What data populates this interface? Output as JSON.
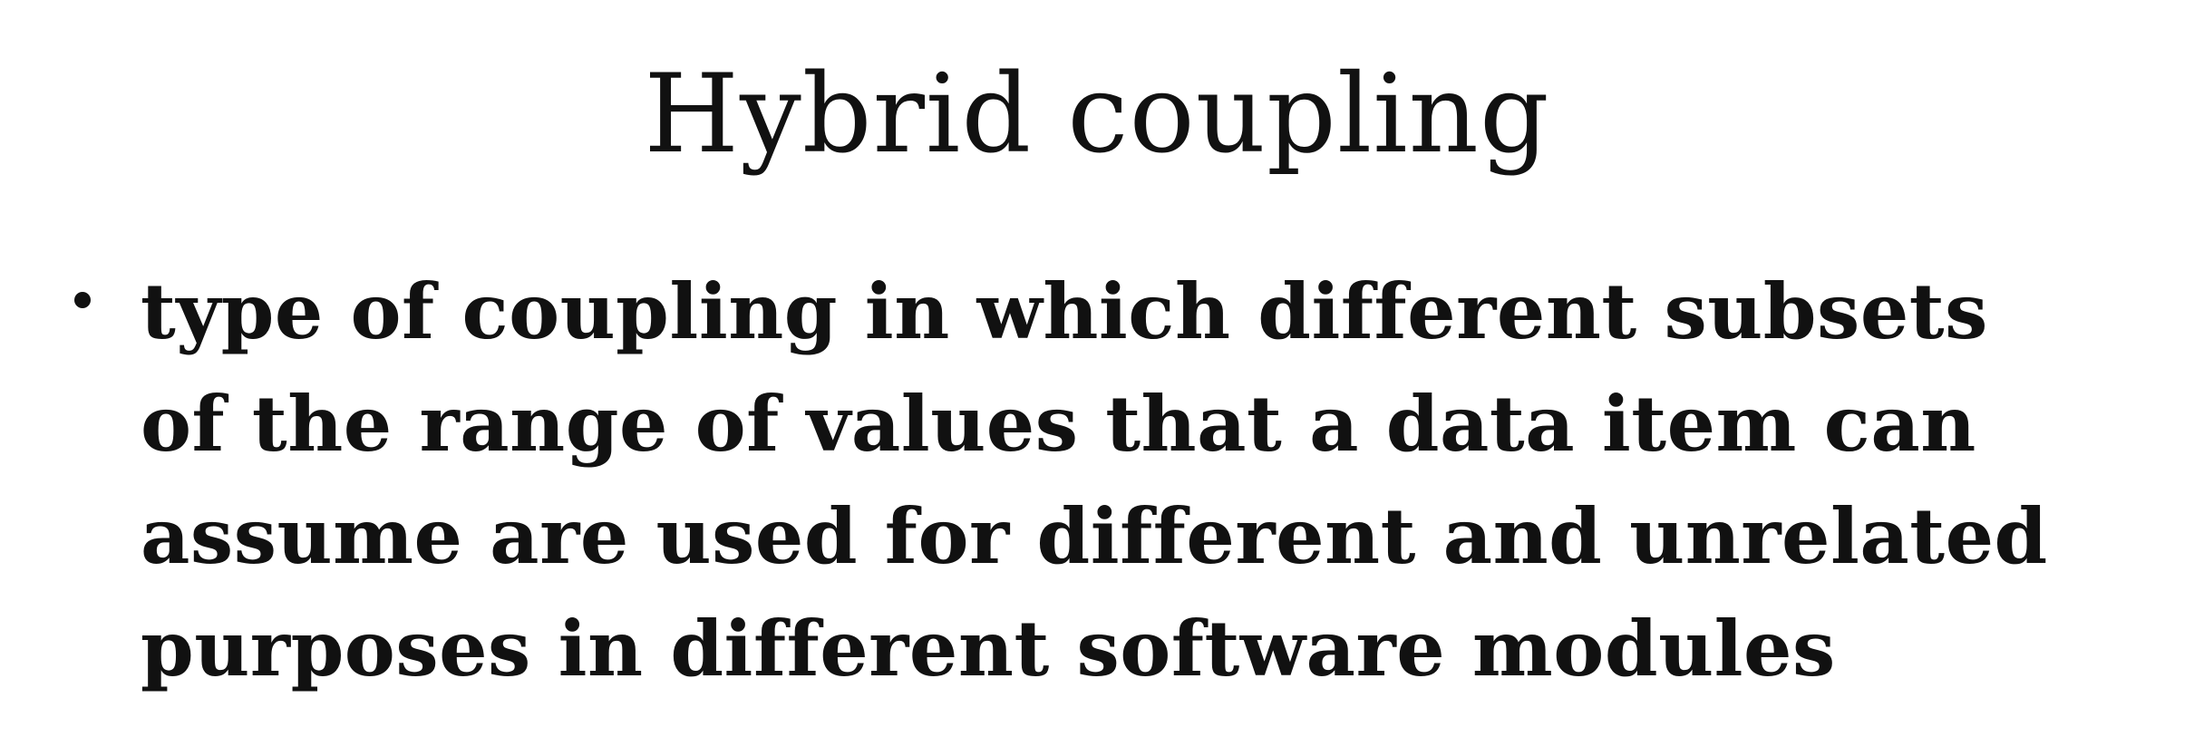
{
  "slide": {
    "title": "Hybrid coupling",
    "bullets": [
      {
        "lines": [
          "type of coupling in which different subsets",
          "of the range of values that a data item can",
          "assume are used for different and unrelated",
          "purposes in different software modules"
        ]
      }
    ]
  }
}
